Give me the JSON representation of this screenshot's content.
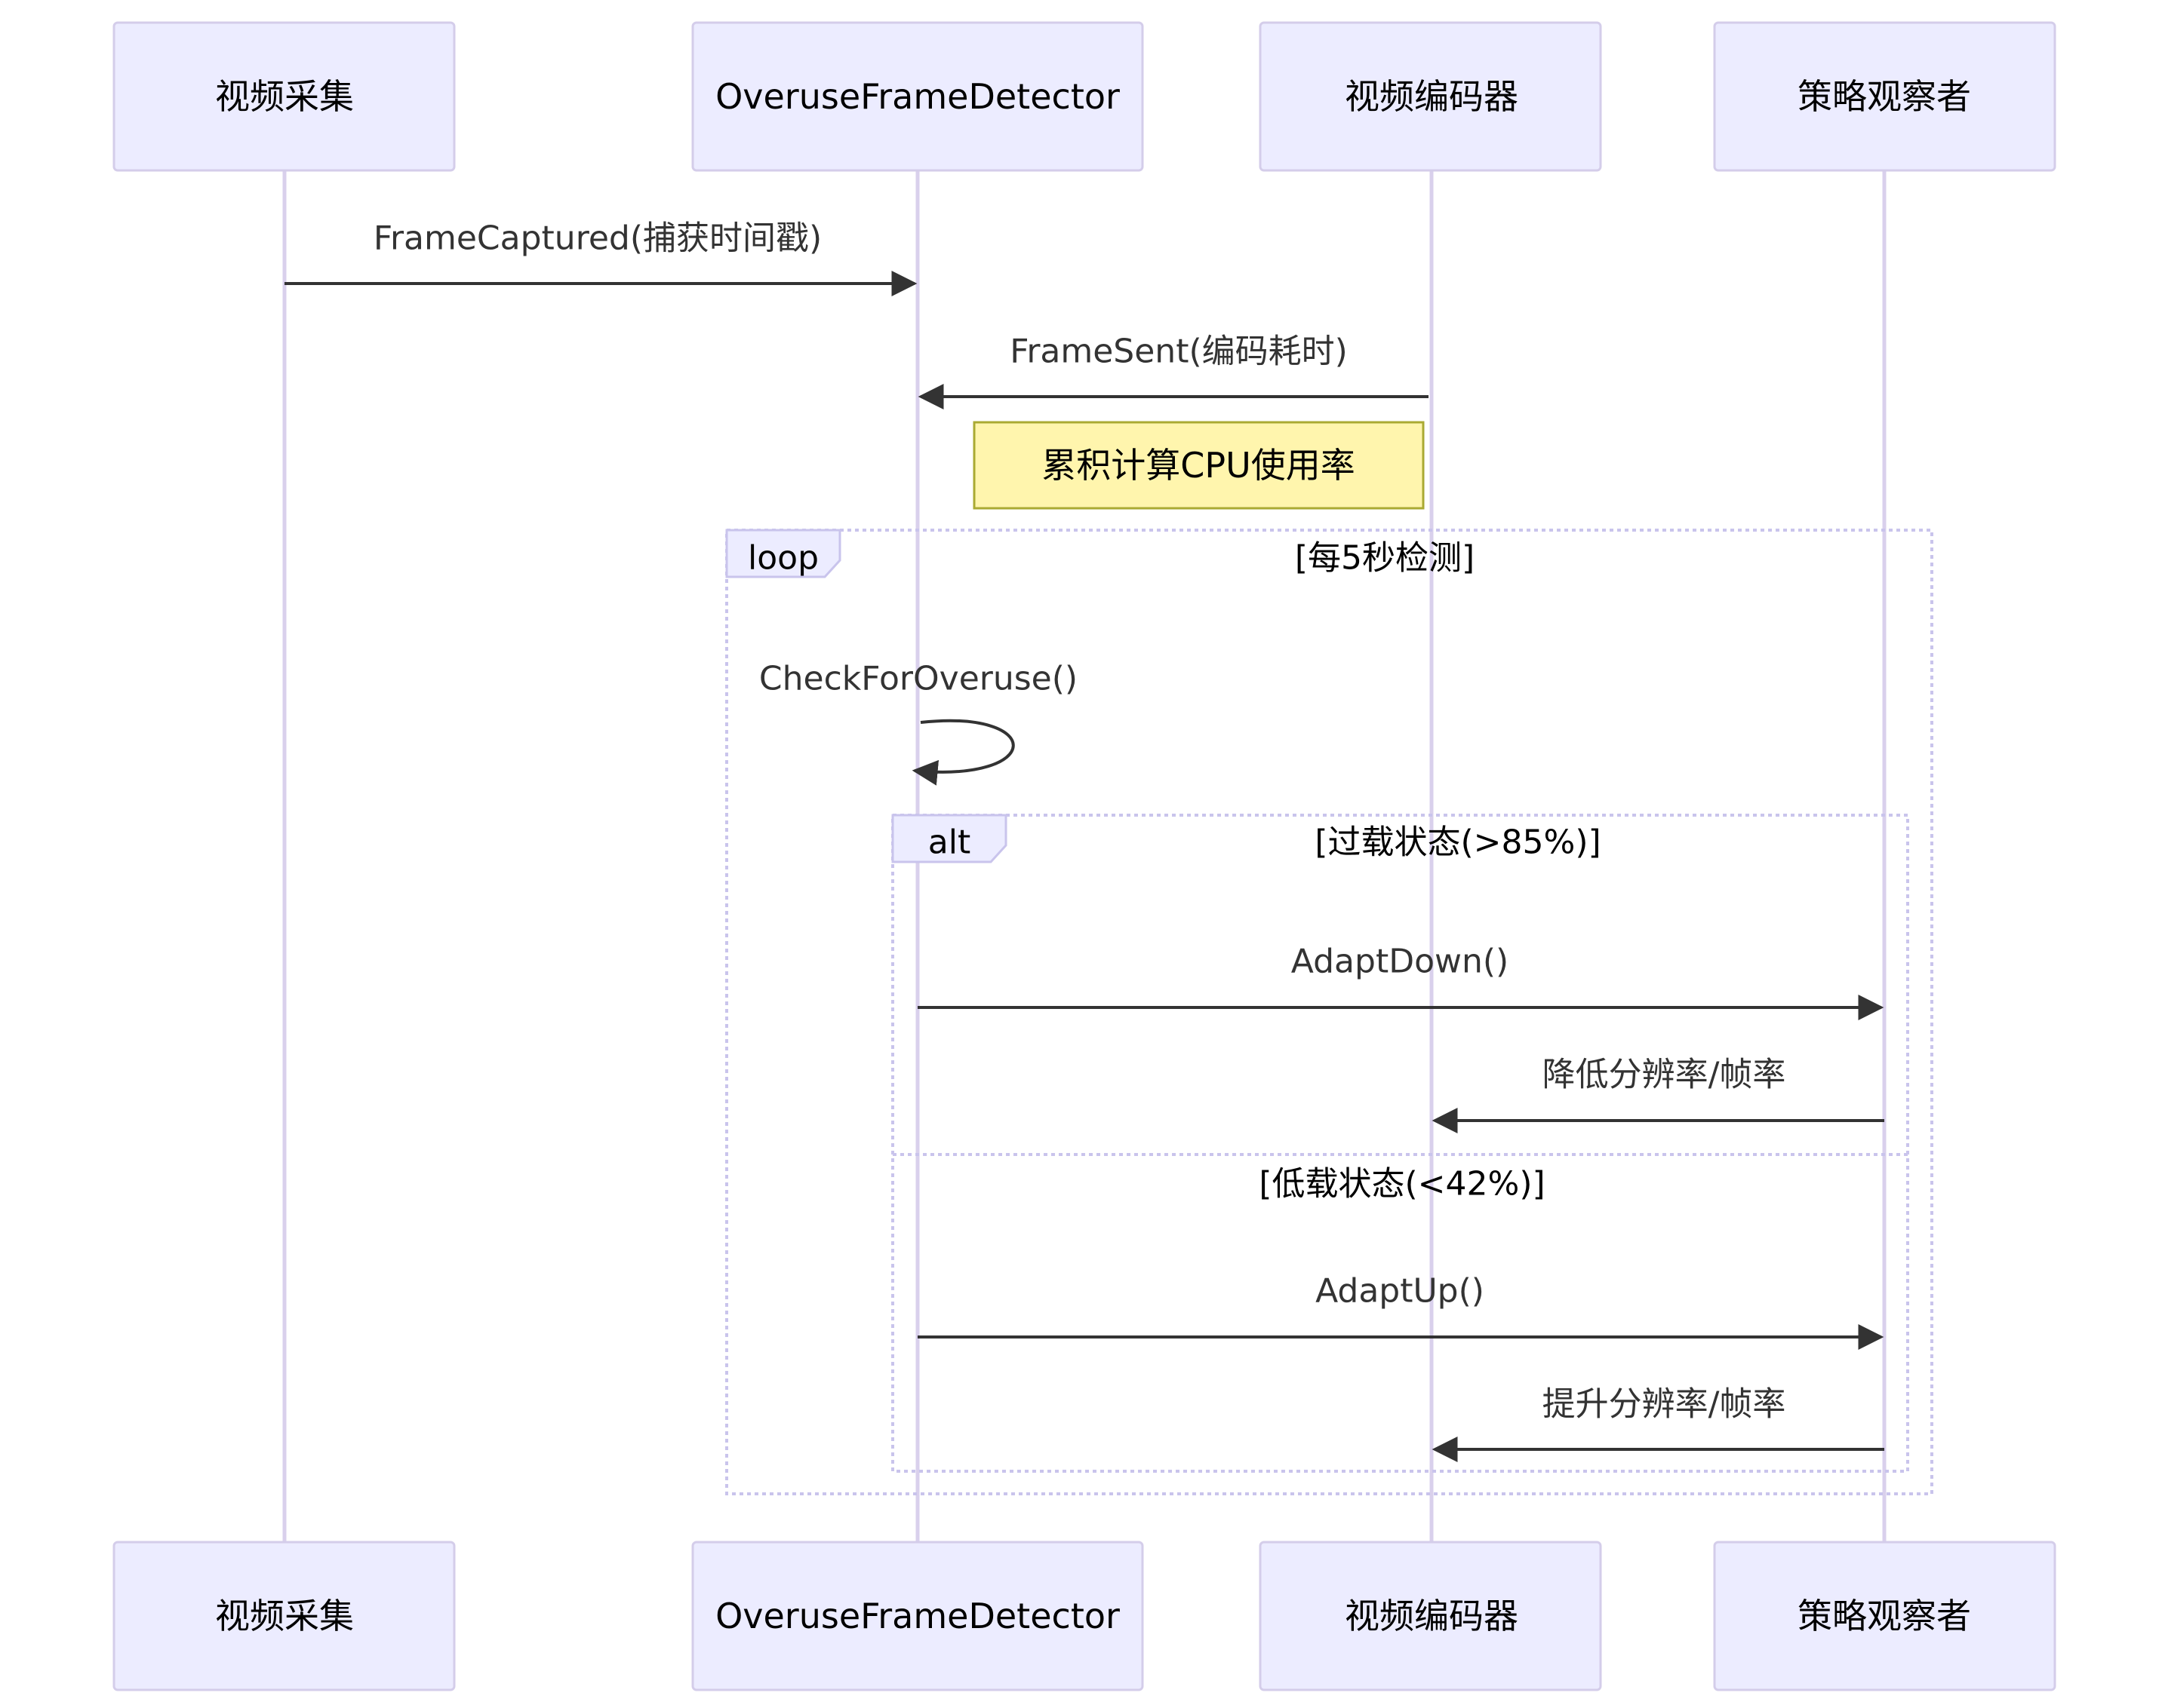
{
  "actors": [
    {
      "id": "capture",
      "label": "视频采集"
    },
    {
      "id": "detector",
      "label": "OveruseFrameDetector"
    },
    {
      "id": "encoder",
      "label": "视频编码器"
    },
    {
      "id": "observer",
      "label": "策略观察者"
    }
  ],
  "messages": [
    {
      "id": "m1",
      "from": "capture",
      "to": "detector",
      "label": "FrameCaptured(捕获时间戳)"
    },
    {
      "id": "m2",
      "from": "encoder",
      "to": "detector",
      "label": "FrameSent(编码耗时)"
    },
    {
      "id": "m3",
      "from": "detector",
      "to": "detector",
      "label": "CheckForOveruse()"
    },
    {
      "id": "m4",
      "from": "detector",
      "to": "observer",
      "label": "AdaptDown()"
    },
    {
      "id": "m5",
      "from": "observer",
      "to": "encoder",
      "label": "降低分辨率/帧率"
    },
    {
      "id": "m6",
      "from": "detector",
      "to": "observer",
      "label": "AdaptUp()"
    },
    {
      "id": "m7",
      "from": "observer",
      "to": "encoder",
      "label": "提升分辨率/帧率"
    }
  ],
  "note": {
    "label": "累积计算CPU使用率"
  },
  "loop_frame": {
    "keyword": "loop",
    "condition": "[每5秒检测]"
  },
  "alt_frame": {
    "keyword": "alt",
    "condition": "[过载状态(>85%)]",
    "else_condition": "[低载状态(<42%)]"
  },
  "colors": {
    "actor_fill": "#ececff",
    "actor_stroke": "#d4cdea",
    "lifeline": "#d9d0ec",
    "message": "#333333",
    "note_fill": "#fff5ad",
    "note_stroke": "#aaaa33",
    "frame_stroke": "#c9c4ec"
  }
}
